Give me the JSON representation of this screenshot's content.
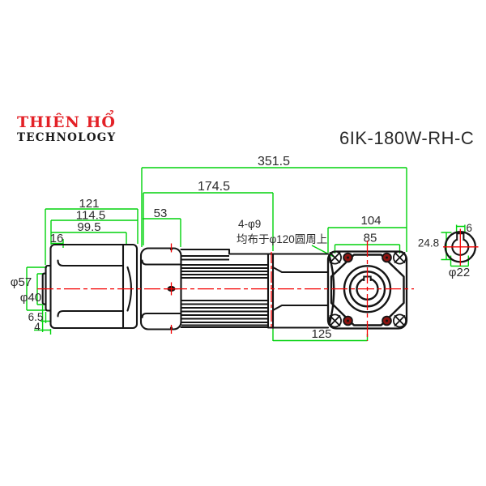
{
  "logo": {
    "name": "THIÊN HỔ",
    "subtitle": "TECHNOLOGY",
    "color": "#e32127"
  },
  "title": "6IK-180W-RH-C",
  "colors": {
    "dimension_line": "#00d20c",
    "centerline": "#f40000",
    "outline": "#151515",
    "screw_fill": "#8e1410"
  },
  "drawing": {
    "type": "engineering-dimension-drawing",
    "component": "right-angle gear motor side view with output face and shaft section detail",
    "dims": {
      "total": "351.5",
      "motor": "174.5",
      "fan": "53",
      "rear_overall": "121",
      "rear_mid": "114.5",
      "rear_body": "99.5",
      "rear_cap": "16",
      "boss_large": "φ57",
      "boss_small": "φ40",
      "boss_step": "6.5",
      "boss_tip": "4",
      "face_width": "104",
      "hole_spacing": "85",
      "axis_offset": "125",
      "holes": "4-φ9",
      "holes_note": "均布于φ120圆周上",
      "section_height": "24.8",
      "key_width": "6",
      "bore": "φ22"
    }
  }
}
